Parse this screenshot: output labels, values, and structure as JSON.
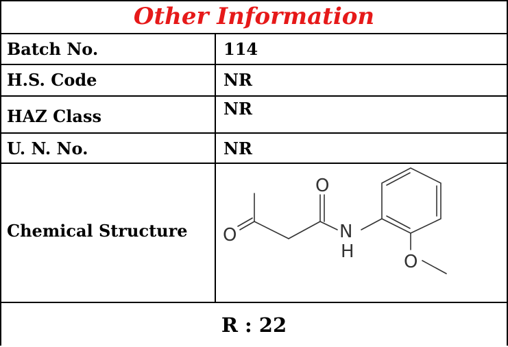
{
  "title": "Other Information",
  "colors": {
    "title": "#e61919",
    "border": "#000000",
    "text": "#000000"
  },
  "rows": [
    {
      "label": "Batch No.",
      "value": "114"
    },
    {
      "label": "H.S. Code",
      "value": "NR"
    },
    {
      "label": "HAZ Class",
      "value": "NR"
    },
    {
      "label": "U. N. No.",
      "value": "NR"
    }
  ],
  "structure": {
    "label": "Chemical Structure",
    "atom_o1": "O",
    "atom_o2": "O",
    "atom_n": "N",
    "atom_h": "H",
    "atom_o3": "O"
  },
  "footer": "R : 22"
}
